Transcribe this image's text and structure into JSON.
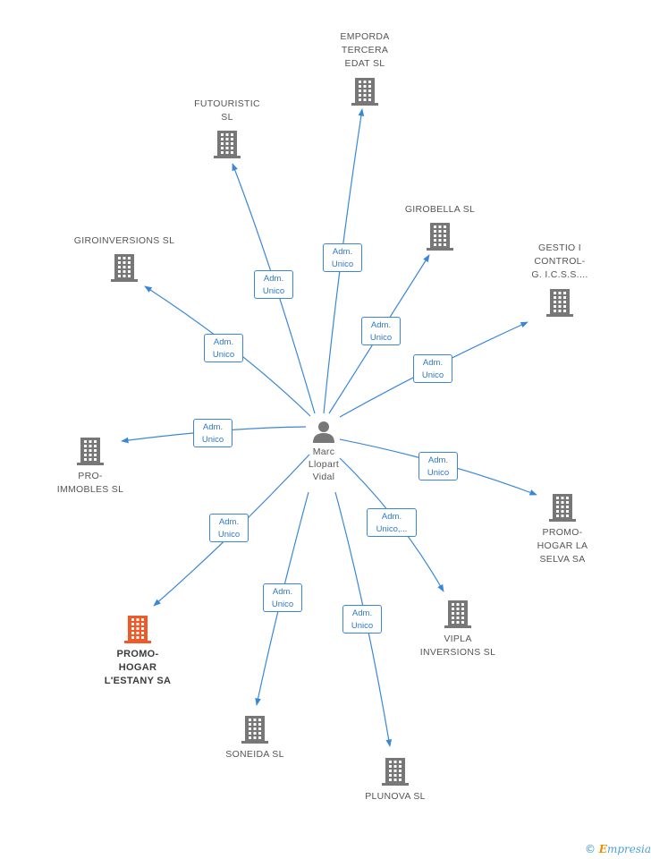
{
  "diagram": {
    "person": {
      "name": "Marc\nLlopart\nVidal",
      "icon": "person-icon"
    },
    "companies": [
      {
        "id": "emporda",
        "name": "EMPORDA\nTERCERA\nEDAT SL",
        "label_pos": "above",
        "icon": "building-icon"
      },
      {
        "id": "futouristic",
        "name": "FUTOURISTIC\nSL",
        "label_pos": "above",
        "icon": "building-icon"
      },
      {
        "id": "girobella",
        "name": "GIROBELLA SL",
        "label_pos": "above",
        "icon": "building-icon"
      },
      {
        "id": "giroinversions",
        "name": "GIROINVERSIONS SL",
        "label_pos": "above",
        "icon": "building-icon"
      },
      {
        "id": "gestio",
        "name": "GESTIO I\nCONTROL-\nG. I.C.S.S....",
        "label_pos": "above",
        "icon": "building-icon"
      },
      {
        "id": "proimmobles",
        "name": "PRO-\nIMMOBLES SL",
        "label_pos": "below",
        "icon": "building-icon"
      },
      {
        "id": "promohogarselva",
        "name": "PROMO-\nHOGAR LA\nSELVA SA",
        "label_pos": "below",
        "icon": "building-icon"
      },
      {
        "id": "promohogarestany",
        "name": "PROMO-\nHOGAR\nL'ESTANY SA",
        "label_pos": "below",
        "icon": "building-icon",
        "highlight": true
      },
      {
        "id": "vipla",
        "name": "VIPLA\nINVERSIONS SL",
        "label_pos": "below",
        "icon": "building-icon"
      },
      {
        "id": "soneida",
        "name": "SONEIDA SL",
        "label_pos": "below",
        "icon": "building-icon"
      },
      {
        "id": "plunova",
        "name": "PLUNOVA SL",
        "label_pos": "below",
        "icon": "building-icon"
      }
    ],
    "relations": [
      {
        "target": "emporda",
        "role": "Adm.\nUnico"
      },
      {
        "target": "futouristic",
        "role": "Adm.\nUnico"
      },
      {
        "target": "girobella",
        "role": "Adm.\nUnico"
      },
      {
        "target": "giroinversions",
        "role": "Adm.\nUnico"
      },
      {
        "target": "gestio",
        "role": "Adm.\nUnico"
      },
      {
        "target": "proimmobles",
        "role": "Adm.\nUnico"
      },
      {
        "target": "promohogarselva",
        "role": "Adm.\nUnico"
      },
      {
        "target": "promohogarestany",
        "role": "Adm.\nUnico"
      },
      {
        "target": "vipla",
        "role": "Adm.\nUnico,..."
      },
      {
        "target": "soneida",
        "role": "Adm.\nUnico"
      },
      {
        "target": "plunova",
        "role": "Adm.\nUnico"
      }
    ],
    "colors": {
      "edge": "#3a87d9",
      "building": "#777777",
      "highlight": "#f05a28",
      "person": "#777777"
    }
  },
  "footer": {
    "copyright": "©",
    "brand_initial": "E",
    "brand_rest": "mpresia"
  }
}
